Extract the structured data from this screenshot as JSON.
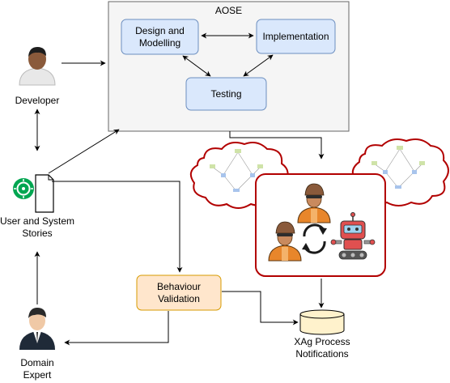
{
  "aose": {
    "title": "AOSE"
  },
  "phases": {
    "design": [
      "Design and",
      "Modelling"
    ],
    "implementation": "Implementation",
    "testing": "Testing"
  },
  "actors": {
    "developer": "Developer",
    "stories": [
      "User and System",
      "Stories"
    ],
    "domain_expert": [
      "Domain",
      "Expert"
    ]
  },
  "validation": [
    "Behaviour",
    "Validation"
  ],
  "notifications": [
    "XAg Process",
    "Notifications"
  ],
  "colors": {
    "phase_fill": "#dae8fc",
    "phase_stroke": "#6c8ebf",
    "aose_fill": "#f5f5f5",
    "aose_stroke": "#666666",
    "validation_fill": "#ffe6cc",
    "validation_stroke": "#d79b00",
    "agents_stroke": "#b20000",
    "database_fill": "#fff2cc",
    "gherkin_green": "#00a651",
    "robot_red": "#e05050",
    "worker_orange": "#e8862b"
  },
  "icons": {
    "developer": "developer-person-icon",
    "stories": "gherkin-document-icon",
    "domain_expert": "businessman-icon",
    "agents": "human-robot-agents-icon",
    "thought_left": "thought-cloud-icon",
    "thought_right": "thought-cloud-icon",
    "cycle": "cycle-arrows-icon",
    "database": "database-icon"
  }
}
